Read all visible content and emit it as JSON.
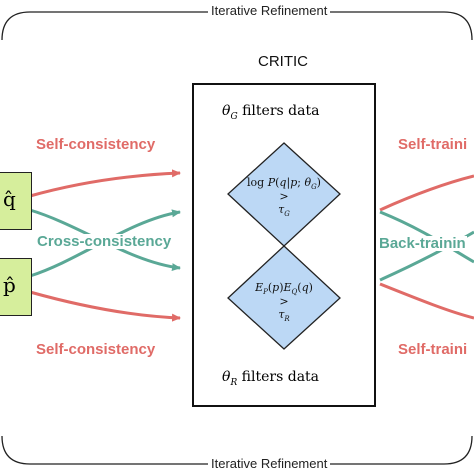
{
  "frame": {
    "top_label": "Iterative Refinement",
    "bottom_label": "Iterative Refinement"
  },
  "critic": {
    "title": "CRITIC",
    "top_filter": "θ_G filters data",
    "bottom_filter": "θ_R filters data",
    "diamond_top": {
      "line1": "log P(q|p; θ_G)",
      "line2": ">",
      "line3": "τ_G"
    },
    "diamond_bottom": {
      "line1": "E_P(p) E_Q(q)",
      "line2": ">",
      "line3": "τ_R"
    }
  },
  "left": {
    "top_box": "q̂",
    "bottom_box": "p̂",
    "self_consistency_top": "Self-consistency",
    "cross_consistency": "Cross-consistency",
    "self_consistency_bottom": "Self-consistency"
  },
  "right": {
    "self_training_top": "Self-traini",
    "back_training": "Back-trainin",
    "self_training_bottom": "Self-traini"
  },
  "colors": {
    "red": "#e06b67",
    "teal": "#5aa896",
    "diamond_fill": "#bcd8f5",
    "box_fill": "#d6ee9c"
  }
}
